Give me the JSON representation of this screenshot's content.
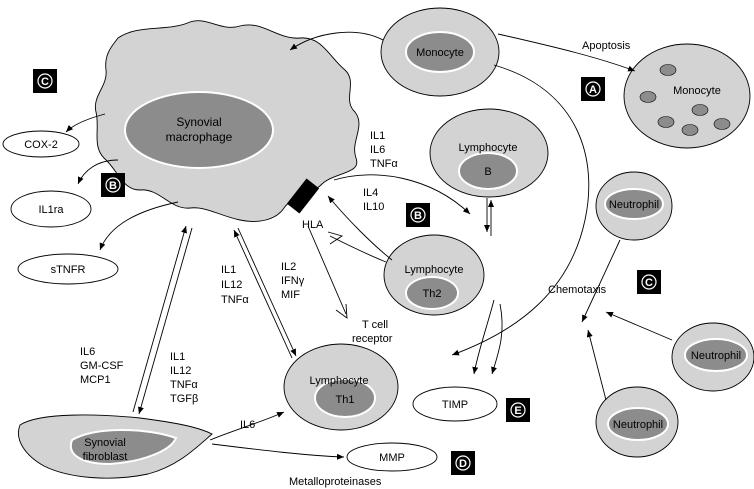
{
  "cells": {
    "synovial_macrophage": [
      "Synovial",
      "macrophage"
    ],
    "monocyte": "Monocyte",
    "monocyte_apoptotic": "Monocyte",
    "lymphocyte_b": "Lymphocyte",
    "b_nucleus": "B",
    "lymphocyte_th2": "Lymphocyte",
    "th2_nucleus": "Th2",
    "lymphocyte_th1": "Lymphocyte",
    "th1_nucleus": "Th1",
    "neutrophil_top": "Neutrophil",
    "neutrophil_mid": "Neutrophil",
    "neutrophil_bottom": "Neutrophil",
    "synovial_fibroblast": [
      "Synovial",
      "fibroblast"
    ]
  },
  "products": {
    "cox2": "COX-2",
    "il1ra": "IL1ra",
    "stnfr": "sTNFR",
    "timp": "TIMP",
    "mmp": "MMP"
  },
  "labels": {
    "apoptosis": "Apoptosis",
    "chemotaxis": "Chemotaxis",
    "hla": "HLA",
    "tcr": [
      "T cell",
      "receptor"
    ],
    "metalloproteinases": "Metalloproteinases",
    "il6_fibro_th1": "IL6"
  },
  "cytokines": {
    "to_b": [
      "IL1",
      "IL6",
      "TNFα"
    ],
    "th2_to_mac": [
      "IL4",
      "IL10"
    ],
    "mac_to_th1": [
      "IL1",
      "IL12",
      "TNFα"
    ],
    "th1_to_mac": [
      "IL2",
      "IFNγ",
      "MIF"
    ],
    "fibro_to_mac": [
      "IL6",
      "GM-CSF",
      "MCP1"
    ],
    "mac_to_fibro": [
      "IL1",
      "IL12",
      "TNFα",
      "TGFβ"
    ]
  },
  "badges": {
    "a": "A",
    "b_left": "B",
    "b_mid": "B",
    "c_left": "C",
    "c_right": "C",
    "d": "D",
    "e": "E"
  },
  "colors": {
    "outer_cell": "#d3d3d3",
    "nucleus": "#8c8c8c",
    "badge": "#000000",
    "product_oval": "#ffffff"
  }
}
